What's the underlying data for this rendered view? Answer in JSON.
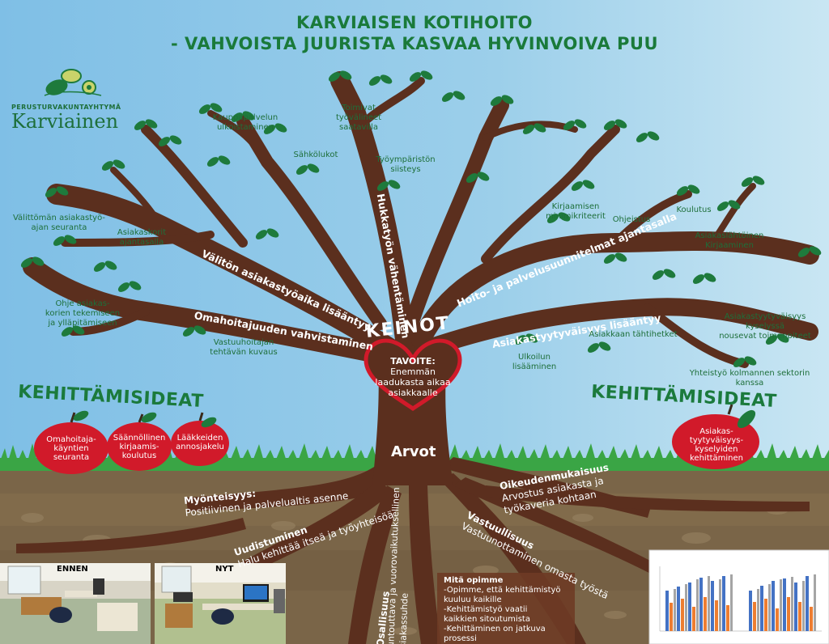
{
  "title": {
    "line1": "KARVIAISEN KOTIHOITO",
    "line2": "- VAHVOISTA JUURISTA KASVAA HYVINVOIVA PUU"
  },
  "logo": {
    "org": "PERUSTURVAKUNTAYHTYMÄ",
    "name": "Karviainen"
  },
  "keinot": "KEINOT",
  "heart": {
    "label": "TAVOITE:",
    "text_1": "Enemmän",
    "text_2": "laadukasta aikaa",
    "text_3": "asiakkaalle"
  },
  "arvot": "Arvot",
  "branches": {
    "valiton": "Välitön asiakastyöaika lisääntyy",
    "omahoito": "Omahoitajuuden vahvistaminen",
    "hukkatyo": "Hukkatyön vähentäminen",
    "hoito": "Hoito- ja palvelusuunnitelmat ajantasalla",
    "asiakastyyt": "Asiakastyytyväisyys lisääntyy"
  },
  "leaves": {
    "kauppa": [
      "Kauppapalvelun",
      "ulkoistaminen"
    ],
    "toimivat": [
      "Toimivat",
      "työvälineet",
      "saatavilla"
    ],
    "sahkolukot": [
      "Sähkölukot"
    ],
    "tyoympariston": [
      "Työympäristön",
      "siisteys"
    ],
    "valittoman": [
      "Välittömän asiakastyö-",
      "ajan seuranta"
    ],
    "asiakaskorit": [
      "Asiakaskorit",
      "ajantasalla"
    ],
    "ohje": [
      "Ohje asiakas-",
      "korien tekemiseen",
      "ja ylläpitämiseen"
    ],
    "vastuuhoitajan": [
      "Vastuuhoitajan",
      "tehtävän kuvaus"
    ],
    "kirjaamisen": [
      "Kirjaamisen",
      "minimikriteerit"
    ],
    "ohjeistus": [
      "Ohjeistus"
    ],
    "koulutus": [
      "Koulutus"
    ],
    "asiakaslahtoinen": [
      "Asiakaslähtöinen",
      "Kirjaaminen"
    ],
    "kysely": [
      "Asiakastyytyväisyys kyselyssä",
      "nousevat toimenpiteet"
    ],
    "tahtihetket": [
      "Asiakkaan tähtihetket"
    ],
    "ulkoilun": [
      "Ulkoilun",
      "lisääminen"
    ],
    "yhteistyo": [
      "Yhteistyö kolmannen sektorin kanssa"
    ]
  },
  "kehittamisideat_left": "KEHITTÄMISIDEAT",
  "kehittamisideat_right": "KEHITTÄMISIDEAT",
  "apples": {
    "a1": [
      "Omahoitaja-",
      "käyntien",
      "seuranta"
    ],
    "a2": [
      "Säännöllinen",
      "kirjaamis-",
      "koulutus"
    ],
    "a3": [
      "Lääkkeiden",
      "annosjakelu"
    ],
    "a4": [
      "Asiakas-",
      "tyytyväisyys-",
      "kyselyiden",
      "kehittäminen"
    ]
  },
  "roots": {
    "myonteisyys_title": "Myönteisyys:",
    "myonteisyys_text": "Positiivinen ja palvelualtis asenne",
    "uudistuminen_title": "Uudistuminen",
    "uudistuminen_text": "Halu kehittää itseä ja työyhteisöä",
    "osallisuus_title": "Osallisuus",
    "osallisuus_text_1": "Kuntouttava ja vuorovaikutuksellinen",
    "osallisuus_text_2": "asiakassuhde",
    "oikeuden_title": "Oikeudenmukaisuus",
    "oikeuden_text_1": "Arvostus asiakasta ja",
    "oikeuden_text_2": "työkaveria kohtaan",
    "vastuu_title": "Vastuullisuus",
    "vastuu_text": "Vastuunottaminen omasta työstä"
  },
  "photos": {
    "before": "ENNEN",
    "after": "NYT"
  },
  "opimme": {
    "title": "Mitä opimme",
    "items": [
      "-Opimme, että kehittämistyö",
      "kuuluu kaikille",
      "-Kehittämistyö vaatii",
      "kaikkien sitoutumista",
      "-Kehittäminen on jatkuva",
      "prosessi"
    ]
  },
  "colors": {
    "sky": "#8ec5e6",
    "trunk": "#5b2f1e",
    "leaf": "#1e7a3c",
    "title_green": "#1a7a3a",
    "apple_red": "#d11a2a",
    "soil": "#7a6548"
  }
}
